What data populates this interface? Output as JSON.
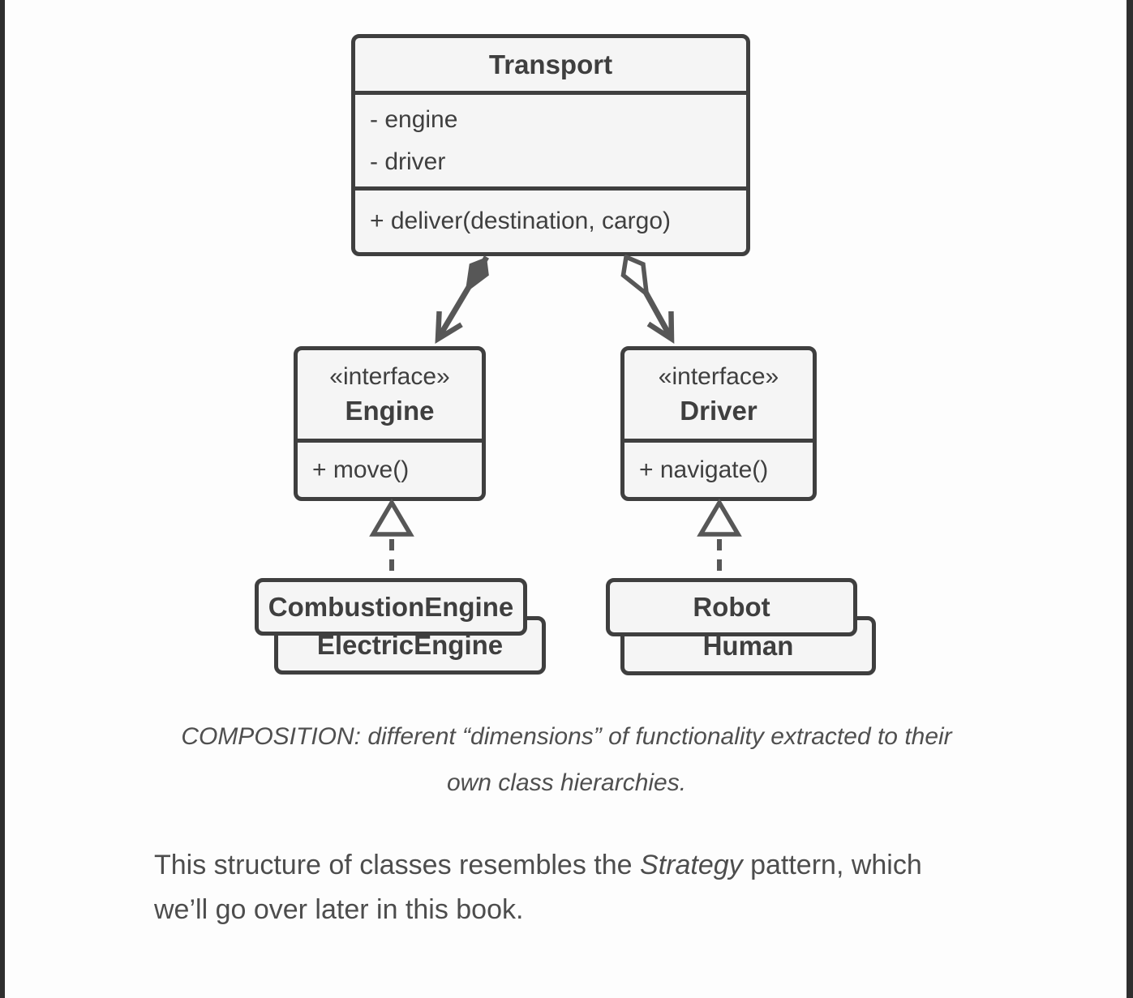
{
  "colors": {
    "page_background": "#fdfdfd",
    "edge_strip": "#2f2f2f",
    "box_fill": "#f5f5f5",
    "box_border": "#3f3f3f",
    "connector": "#575757",
    "body_text": "#4d4d4d"
  },
  "diagram": {
    "transport": {
      "title": "Transport",
      "fields": [
        "- engine",
        "- driver"
      ],
      "method": "+ deliver(destination, cargo)"
    },
    "engine_interface": {
      "stereotype": "«interface»",
      "name": "Engine",
      "method": "+ move()"
    },
    "driver_interface": {
      "stereotype": "«interface»",
      "name": "Driver",
      "method": "+ navigate()"
    },
    "engine_impl_front": "CombustionEngine",
    "engine_impl_back": "ElectricEngine",
    "driver_impl_front": "Robot",
    "driver_impl_back": "Human",
    "relations": [
      {
        "from": "Transport",
        "to": "Engine",
        "type": "composition"
      },
      {
        "from": "Transport",
        "to": "Driver",
        "type": "aggregation"
      },
      {
        "from": "CombustionEngine",
        "to": "Engine",
        "type": "realization"
      },
      {
        "from": "ElectricEngine",
        "to": "Engine",
        "type": "realization"
      },
      {
        "from": "Robot",
        "to": "Driver",
        "type": "realization"
      },
      {
        "from": "Human",
        "to": "Driver",
        "type": "realization"
      }
    ]
  },
  "caption": {
    "line1": "COMPOSITION: different “dimensions” of functionality extracted to their",
    "line2": "own class hierarchies."
  },
  "paragraph": {
    "line1_before": "This structure of classes resembles the ",
    "line1_italic": "Strategy",
    "line1_after": " pattern, which",
    "line2": "we’ll go over later in this book."
  }
}
